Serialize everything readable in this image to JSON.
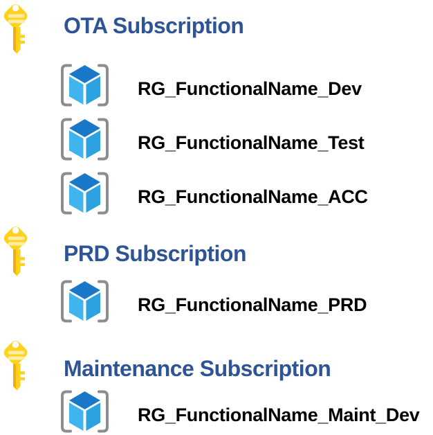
{
  "diagram": {
    "type": "azure-subscription-resource-group-diagram",
    "background": "#ffffff"
  },
  "colors": {
    "heading_blue": "#2F5496",
    "item_text": "#000000",
    "key_yellow": "#FFD21E",
    "key_stripe": "#FCECA4",
    "key_shaft_accent": "#F0AD0E",
    "bracket_gray": "#8D8D8D",
    "cube_top": "#1A78C8",
    "cube_left": "#41B4EE",
    "cube_right": "#2CA2E0"
  },
  "icons": {
    "subscription": "key-icon",
    "resource_group": "resource-group-cube-brackets-icon"
  },
  "sections": [
    {
      "title": "OTA Subscription",
      "items": [
        {
          "label": "RG_FunctionalName_Dev"
        },
        {
          "label": "RG_FunctionalName_Test"
        },
        {
          "label": "RG_FunctionalName_ACC"
        }
      ]
    },
    {
      "title": "PRD Subscription",
      "items": [
        {
          "label": "RG_FunctionalName_PRD"
        }
      ]
    },
    {
      "title": "Maintenance Subscription",
      "items": [
        {
          "label": "RG_FunctionalName_Maint_Dev"
        }
      ]
    }
  ]
}
